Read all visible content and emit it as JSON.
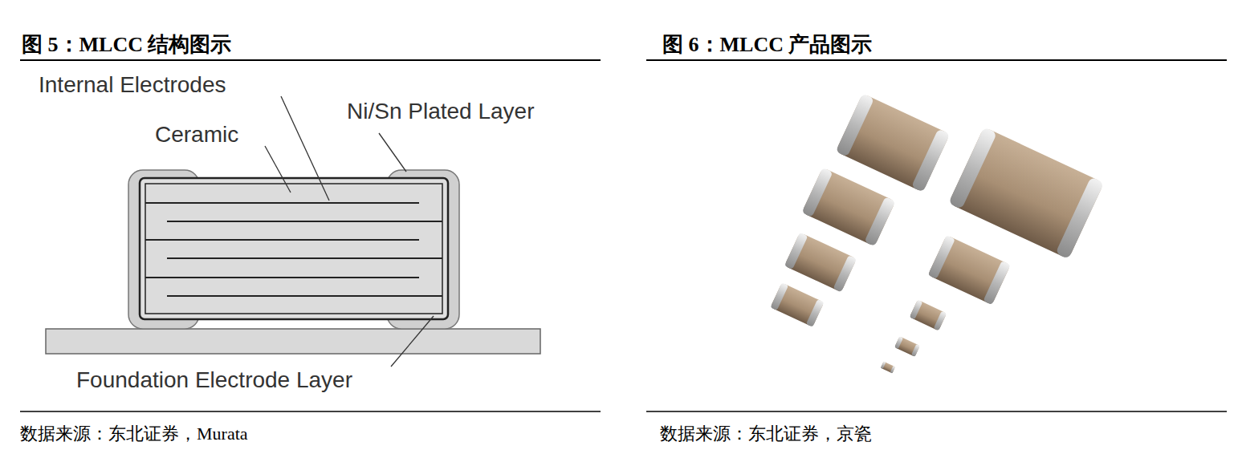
{
  "diagram": {
    "title": "图 5：MLCC 结构图示",
    "labels": [
      "Internal Electrodes",
      "Ceramic",
      "Ni/Sn Plated Layer",
      "Foundation Electrode Layer",
      "数据来源：东北证券，Murata",
      "图 6：MLCC 产品图示",
      "数据来源：东北证券，京瓷"
    ]
  }
}
